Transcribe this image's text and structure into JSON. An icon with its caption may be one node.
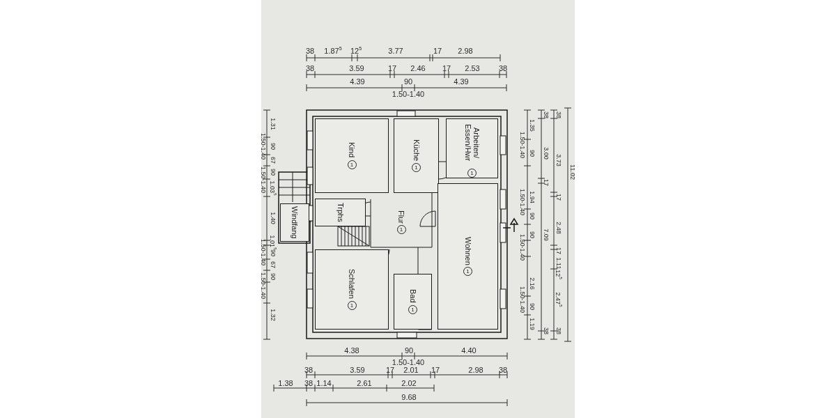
{
  "diagram": {
    "nodes": [
      {
        "text": [
          "Kind",
          "1"
        ]
      },
      {
        "text": [
          "Küche",
          "1"
        ]
      },
      {
        "text": [
          "Arbeiten/ Essen/Hwr",
          "1"
        ]
      },
      {
        "text": [
          "Windfang"
        ]
      },
      {
        "text": [
          "Trphs"
        ]
      },
      {
        "text": [
          "Flur",
          "1"
        ]
      },
      {
        "text": [
          "Wohnen",
          "1"
        ]
      },
      {
        "text": [
          "Schlafen",
          "1"
        ]
      },
      {
        "text": [
          "Bad",
          "1"
        ]
      }
    ],
    "labels": [
      "38",
      "1.87$^{5}$",
      "12$^{5}$",
      "3.77",
      "17",
      "2.98",
      "38",
      "3.59",
      "17",
      "2.46",
      "17",
      "2.53",
      "38",
      "4.39",
      "90",
      "4.39",
      "1.50-1.40",
      "1.31",
      "90",
      "1.50-1.40",
      "67",
      "90",
      "1.50-1.40",
      "1.03$^{5}$",
      "1.40",
      "1.01$^{5}$",
      "90",
      "1.50-1.40",
      "67",
      "90",
      "1.50-1.40",
      "1.32",
      "1.35",
      "90",
      "1.50-1.40",
      "1.94",
      "90",
      "1.50-1.40",
      "90",
      "1.50-1.40",
      "2.16",
      "90",
      "1.50-1.40",
      "1.19",
      "38",
      "3.00",
      "17",
      "7.09",
      "38",
      "38",
      "3.73",
      "17",
      "2.48",
      "17",
      "1.11",
      "12$^{5}$",
      "2.47$^{5}$",
      "38",
      "11.02",
      "4.38",
      "90",
      "4.40",
      "1.50-1.40",
      "38",
      "3.59",
      "17",
      "2.01",
      "17",
      "2.98",
      "38",
      "1.38",
      "38",
      "1.14",
      "2.61",
      "2.02",
      "9.68"
    ]
  }
}
